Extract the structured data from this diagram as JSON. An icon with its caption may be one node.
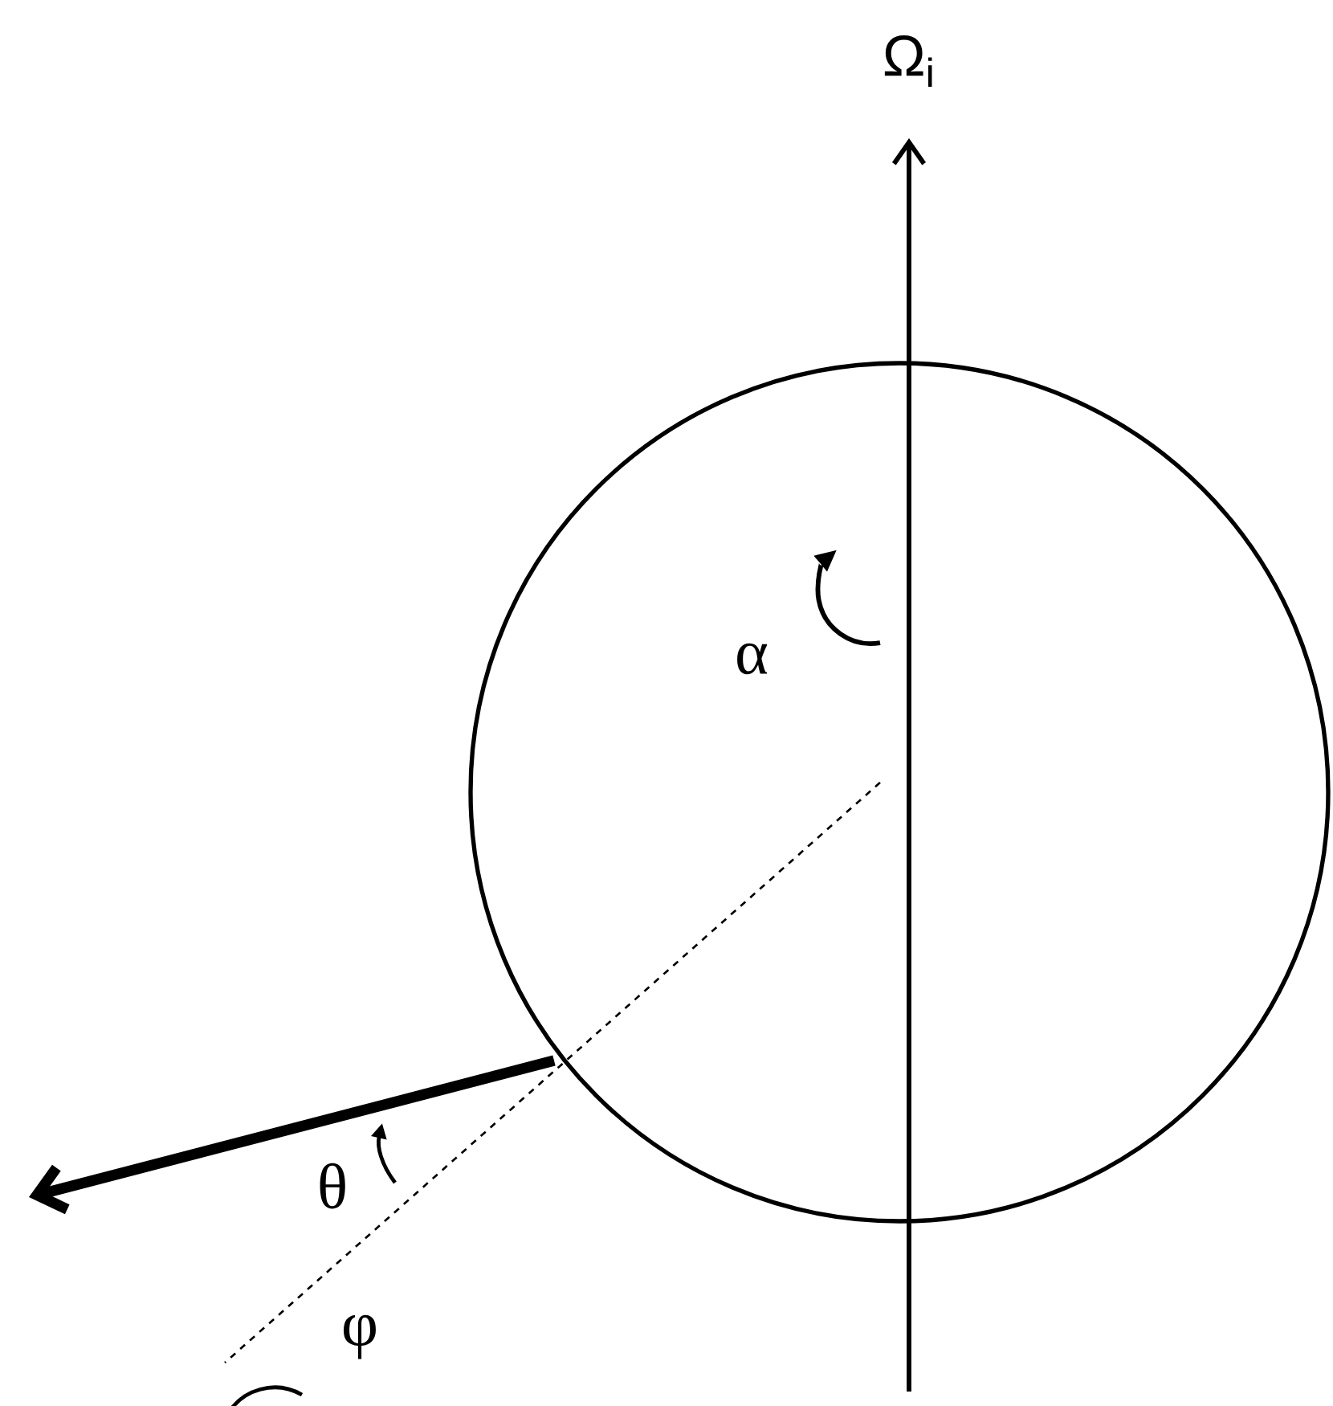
{
  "diagram": {
    "labels": [
      "Ω$_{i}$",
      "α",
      "θ",
      "φ"
    ]
  }
}
